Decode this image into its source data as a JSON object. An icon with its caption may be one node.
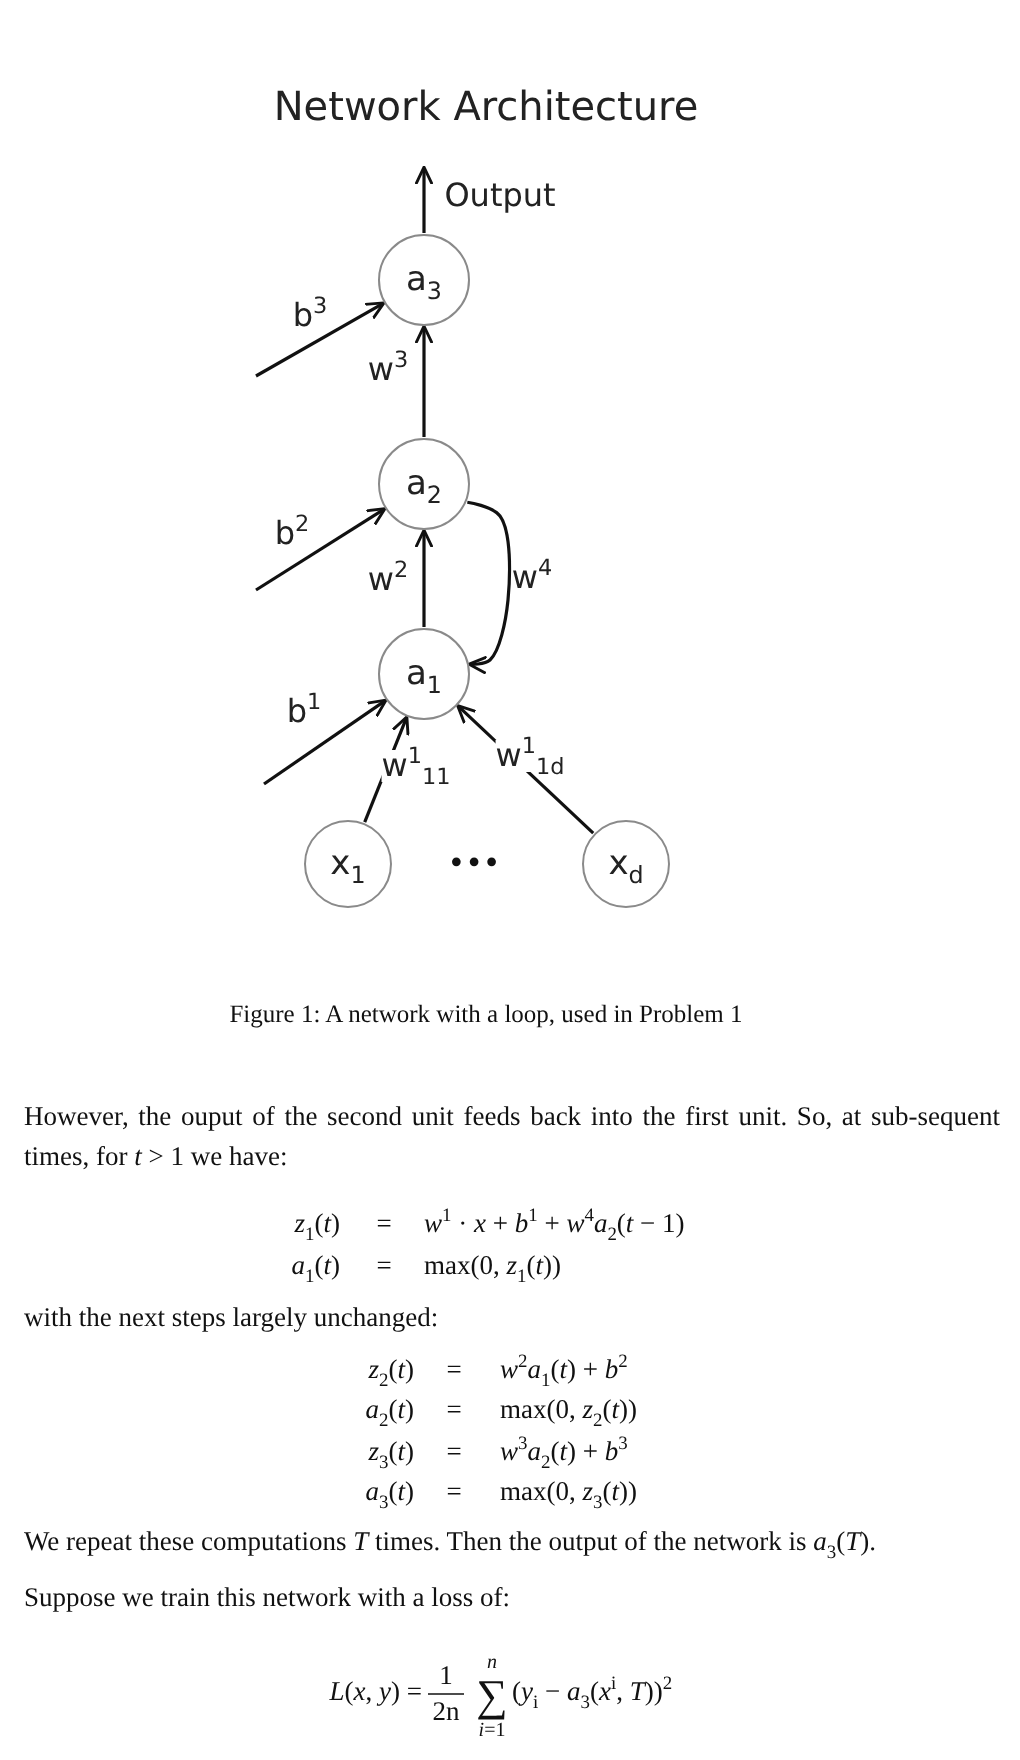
{
  "diagram": {
    "title": "Network Architecture",
    "caption": "Figure 1: A network with a loop, used in Problem 1",
    "nodes": [
      {
        "text": [
          "a$_{3}$"
        ]
      },
      {
        "text": [
          "a$_{2}$"
        ]
      },
      {
        "text": [
          "a$_{1}$"
        ]
      },
      {
        "text": [
          "x$_{1}$"
        ]
      },
      {
        "text": [
          "x$_{d}$"
        ]
      }
    ],
    "edges": [
      {
        "from": 0,
        "to": null,
        "arrow": "to",
        "label": "Output"
      },
      {
        "from": null,
        "to": 0,
        "arrow": "to",
        "label": "b$^{3}$"
      },
      {
        "from": 1,
        "to": 0,
        "arrow": "to",
        "label": "w$^{3}$"
      },
      {
        "from": null,
        "to": 1,
        "arrow": "to",
        "label": "b$^{2}$"
      },
      {
        "from": 2,
        "to": 1,
        "arrow": "to",
        "label": "w$^{2}$"
      },
      {
        "from": 1,
        "to": 2,
        "arrow": "to",
        "label": "w$^{4}$"
      },
      {
        "from": null,
        "to": 2,
        "arrow": "to",
        "label": "b$^{1}$"
      },
      {
        "from": 3,
        "to": 2,
        "arrow": "to",
        "label": "w$^{1}$$_{11}$"
      },
      {
        "from": 4,
        "to": 2,
        "arrow": "to",
        "label": "w$^{1}$$_{1d}$"
      }
    ],
    "labels": [
      "•••",
      "However, the ouput of the second unit feeds back into the first unit. So, at sub-sequent times, for *t* > 1 we have:",
      "*z*$_{1}$(*t*)",
      "=",
      "*w*$^{1}$ · *x* + *b*$^{1}$ + *w*$^{4}$*a*$_{2}$(*t* − 1)",
      "*a*$_{1}$(*t*)",
      "=",
      "max(0, *z*$_{1}$(*t*))",
      "with the next steps largely unchanged:",
      "*z*$_{2}$(*t*)",
      "=",
      "*w*$^{2}$*a*$_{1}$(*t*) + *b*$^{2}$",
      "*a*$_{2}$(*t*)",
      "=",
      "max(0, *z*$_{2}$(*t*))",
      "*z*$_{3}$(*t*)",
      "=",
      "*w*$^{3}$*a*$_{2}$(*t*) + *b*$^{3}$",
      "*a*$_{3}$(*t*)",
      "=",
      "max(0, *z*$_{3}$(*t*))",
      "We repeat these computations *T* times. Then the output of the network is *a*$_{3}$(*T*).",
      "Suppose we train this network with a loss of:",
      "*L*(*x*, *y*) =",
      "1",
      "2n",
      "*n*",
      "∑",
      "*i*=1",
      "(*y*$_{i}$ − *a*$_{3}$(*x*$^{i}$, *T*))$^{2}$"
    ]
  }
}
